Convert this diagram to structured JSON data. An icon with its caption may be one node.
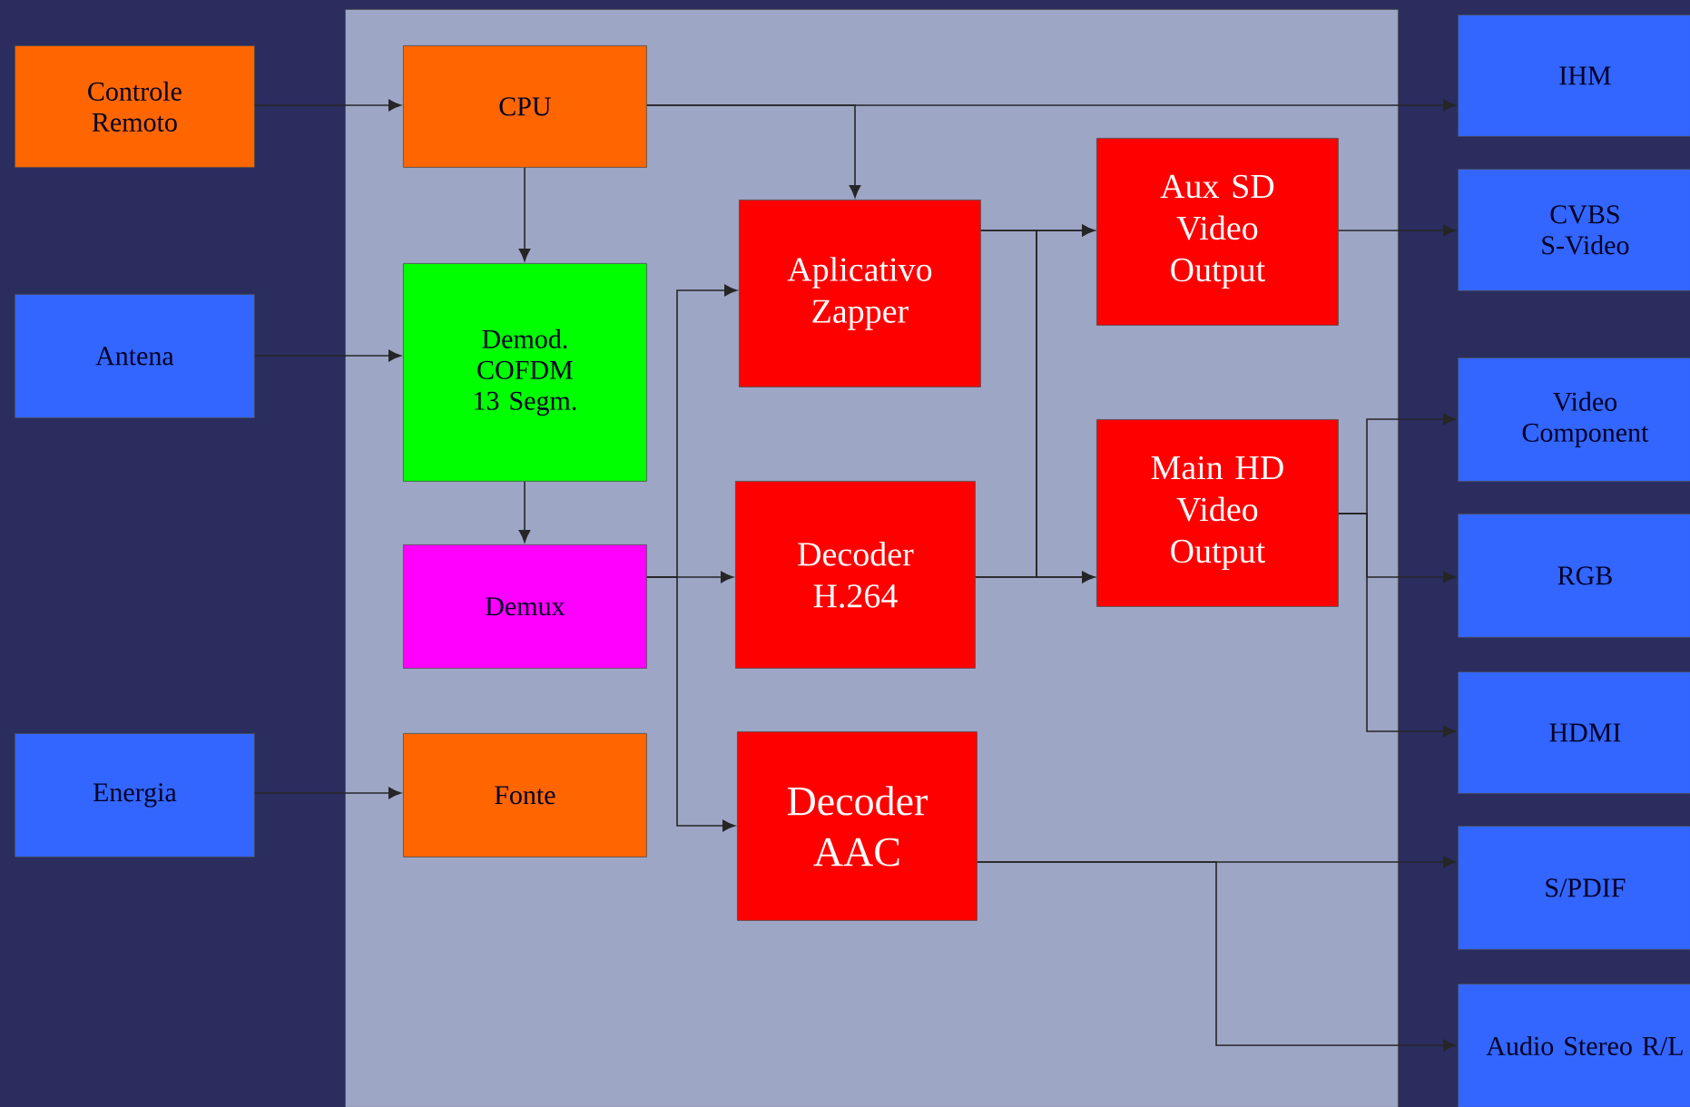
{
  "diagram": {
    "nodes": [
      {
        "text": [],
        "shape": "box"
      },
      {
        "text": [
          "Controle Remoto"
        ]
      },
      {
        "text": [
          "Antena"
        ]
      },
      {
        "text": [
          "Energia"
        ]
      },
      {
        "text": [
          "CPU"
        ],
        "in": 0
      },
      {
        "text": [
          "Demod. COFDM 13 Segm."
        ],
        "in": 0
      },
      {
        "text": [
          "Demux"
        ],
        "in": 0
      },
      {
        "text": [
          "Fonte"
        ],
        "in": 0
      },
      {
        "text": [
          "Aplicativo Zapper"
        ],
        "in": 0
      },
      {
        "text": [
          "Decoder H.264"
        ],
        "in": 0
      },
      {
        "text": [
          "Decoder AAC"
        ],
        "in": 0
      },
      {
        "text": [
          "Aux SD Video Output"
        ],
        "in": 0
      },
      {
        "text": [
          "Main HD Video Output"
        ],
        "in": 0
      },
      {
        "text": [
          "IHM"
        ]
      },
      {
        "text": [
          "CVBS S-Video"
        ]
      },
      {
        "text": [
          "Video Component"
        ]
      },
      {
        "text": [
          "RGB"
        ]
      },
      {
        "text": [
          "HDMI"
        ]
      },
      {
        "text": [
          "S/PDIF"
        ]
      },
      {
        "text": [
          "Audio Stereo R/L"
        ]
      }
    ],
    "edges": [
      {
        "from": 1,
        "to": 4,
        "arrow": "to"
      },
      {
        "from": 4,
        "to": 13,
        "arrow": "to"
      },
      {
        "from": 4,
        "to": 8,
        "arrow": "to"
      },
      {
        "from": 4,
        "to": 5,
        "arrow": "to"
      },
      {
        "from": 2,
        "to": 5,
        "arrow": "to"
      },
      {
        "from": 5,
        "to": 6,
        "arrow": "to"
      },
      {
        "from": 6,
        "to": 9,
        "arrow": "to"
      },
      {
        "from": 6,
        "to": 8,
        "arrow": "to"
      },
      {
        "from": 6,
        "to": 10,
        "arrow": "to"
      },
      {
        "from": 3,
        "to": 7,
        "arrow": "to"
      },
      {
        "from": 8,
        "to": 11,
        "arrow": "to"
      },
      {
        "from": 8,
        "to": 12,
        "arrow": "to"
      },
      {
        "from": 9,
        "to": 12,
        "arrow": "to"
      },
      {
        "from": 9,
        "to": 11,
        "arrow": "to"
      },
      {
        "from": 11,
        "to": 14,
        "arrow": "to"
      },
      {
        "from": 12,
        "to": 15,
        "arrow": "to"
      },
      {
        "from": 12,
        "to": 16,
        "arrow": "to"
      },
      {
        "from": 12,
        "to": 17,
        "arrow": "to"
      },
      {
        "from": 10,
        "to": 18,
        "arrow": "to"
      },
      {
        "from": 10,
        "to": 19,
        "arrow": "to"
      }
    ]
  }
}
